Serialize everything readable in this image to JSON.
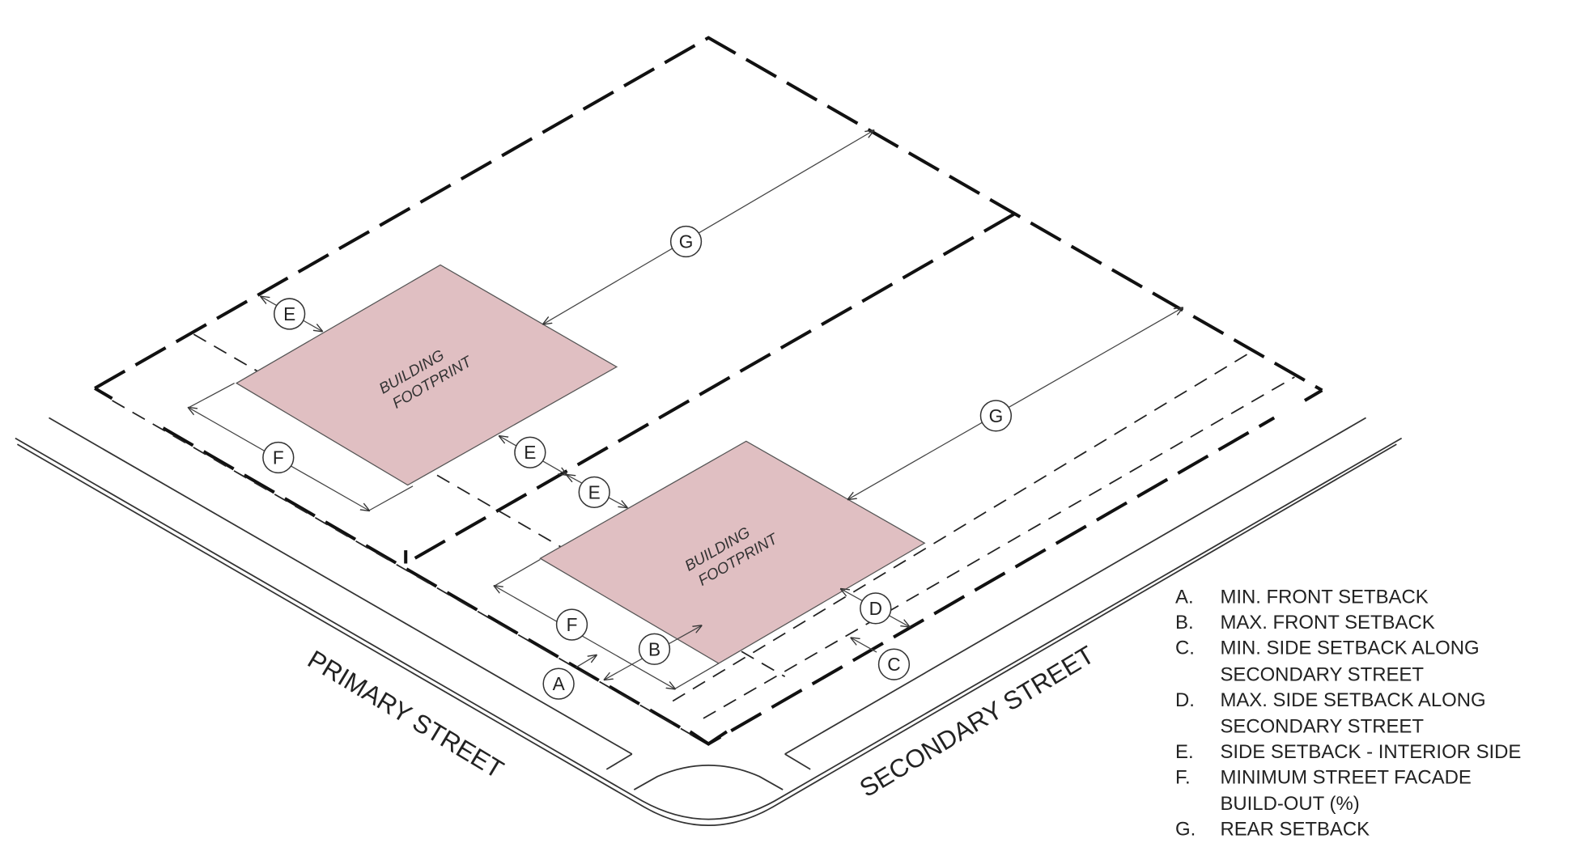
{
  "diagram": {
    "buildings": [
      "BUILDING",
      "FOOTPRINT"
    ],
    "streets": {
      "primary": "PRIMARY STREET",
      "secondary": "SECONDARY STREET"
    },
    "markers": [
      "G",
      "E",
      "F",
      "E",
      "E",
      "G",
      "D",
      "F",
      "B",
      "A",
      "C"
    ],
    "colors": {
      "building_fill": "#e0bfc2",
      "line": "#111111"
    }
  },
  "legend": [
    {
      "key": "A.",
      "lines": [
        "MIN. FRONT SETBACK"
      ]
    },
    {
      "key": "B.",
      "lines": [
        "MAX. FRONT SETBACK"
      ]
    },
    {
      "key": "C.",
      "lines": [
        "MIN. SIDE SETBACK ALONG",
        "SECONDARY STREET"
      ]
    },
    {
      "key": "D.",
      "lines": [
        "MAX. SIDE SETBACK ALONG",
        "SECONDARY STREET"
      ]
    },
    {
      "key": "E.",
      "lines": [
        "SIDE SETBACK - INTERIOR SIDE"
      ]
    },
    {
      "key": "F.",
      "lines": [
        "MINIMUM STREET FACADE",
        "BUILD-OUT (%)"
      ]
    },
    {
      "key": "G.",
      "lines": [
        "REAR SETBACK"
      ]
    }
  ]
}
